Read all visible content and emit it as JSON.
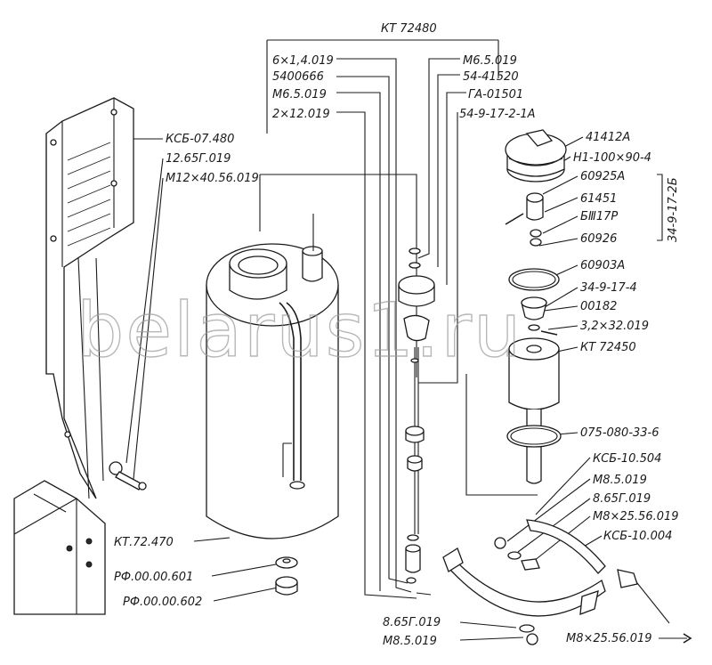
{
  "header": {
    "assembly_label": "КТ 72480"
  },
  "watermark": {
    "text": "belarus1.ru",
    "color": "#9a9a9a"
  },
  "labels": {
    "group_left_1": "6×1,4.019",
    "group_left_2": "5400666",
    "group_left_3": "М6.5.019",
    "group_left_4": "2×12.019",
    "group_mid_1": "М6.5.019",
    "group_mid_2": "54-41520",
    "group_mid_3": "ГА-01501",
    "group_mid_4": "54-9-17-2-1А",
    "r1": "41412А",
    "r2": "Н1-100×90-4",
    "r3": "60925А",
    "r4": "61451",
    "r5": "БⅢ17Р",
    "r6": "60926",
    "bracket_group": "34-9-17-2Б",
    "r7": "60903А",
    "r8": "34-9-17-4",
    "r9": "00182",
    "r10": "3,2×32.019",
    "r11": "КТ 72450",
    "r12": "075-080-33-6",
    "left1": "КСБ-07.480",
    "left2": "12.65Г.019",
    "left3": "М12×40.56.019",
    "tank": "КТ.72.470",
    "rf1": "РФ.00.00.601",
    "rf2": "РФ.00.00.602",
    "clamp1": "КСБ-10.504",
    "clamp2": "М8.5.019",
    "clamp3": "8.65Г.019",
    "clamp4": "М8×25.56.019",
    "clamp5": "КСБ-10.004",
    "bottom1": "8.65Г.019",
    "bottom2": "М8.5.019",
    "bottom3": "М8×25.56.019"
  }
}
